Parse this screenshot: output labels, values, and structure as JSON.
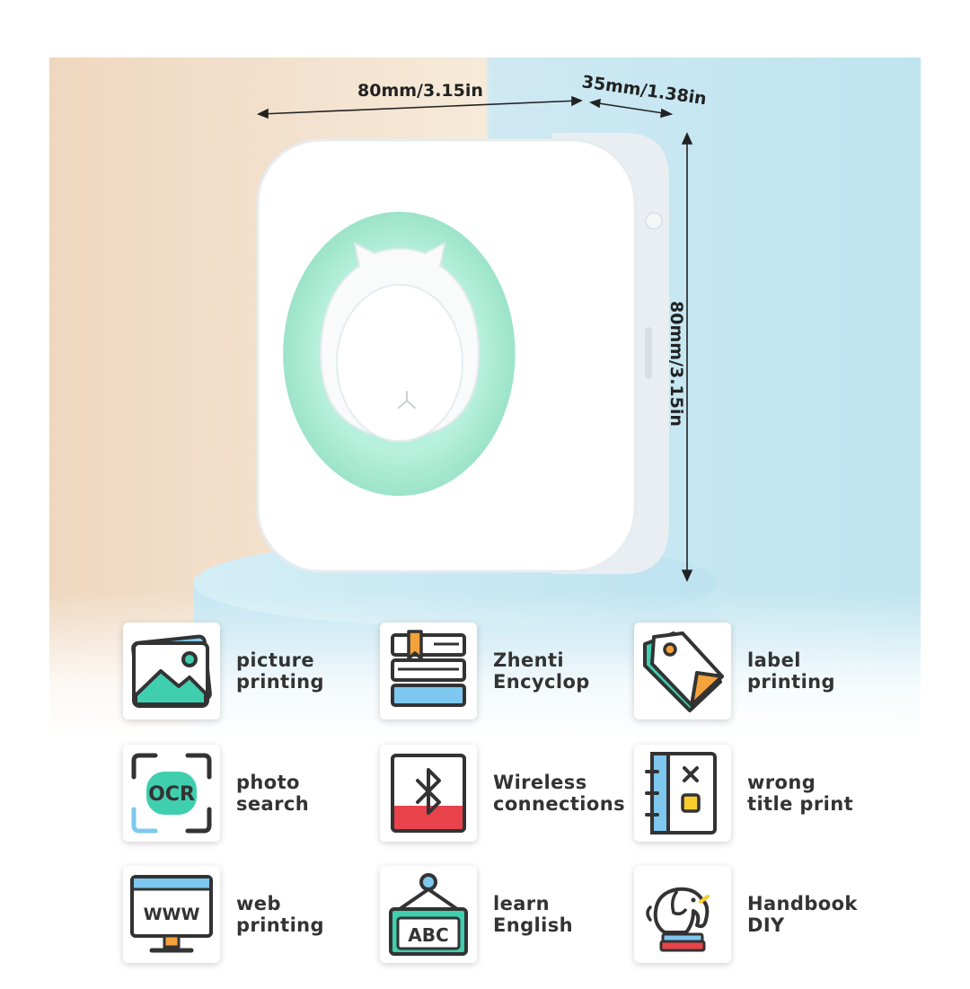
{
  "dimensions": {
    "width": "80mm/3.15in",
    "depth": "35mm/1.38in",
    "height": "80mm/3.15in"
  },
  "colors": {
    "accent_mint": "#9ee8cf",
    "printer_white": "#ffffff",
    "pedestal_blue": "#b9dfee"
  },
  "features": [
    {
      "line1": "picture",
      "line2": "printing",
      "icon": "picture-icon"
    },
    {
      "line1": "Zhenti",
      "line2": "Encyclop",
      "icon": "books-icon"
    },
    {
      "line1": "label",
      "line2": "printing",
      "icon": "tag-icon"
    },
    {
      "line1": "photo",
      "line2": "search",
      "icon": "ocr-icon",
      "icon_text": "OCR"
    },
    {
      "line1": "Wireless",
      "line2": "connections",
      "icon": "bluetooth-icon"
    },
    {
      "line1": "wrong",
      "line2": "title print",
      "icon": "notebook-icon"
    },
    {
      "line1": "web",
      "line2": "printing",
      "icon": "web-monitor-icon",
      "icon_text": "WWW"
    },
    {
      "line1": "learn",
      "line2": "English",
      "icon": "abc-sign-icon",
      "icon_text": "ABC"
    },
    {
      "line1": "Handbook",
      "line2": "DIY",
      "icon": "elephant-icon"
    }
  ]
}
